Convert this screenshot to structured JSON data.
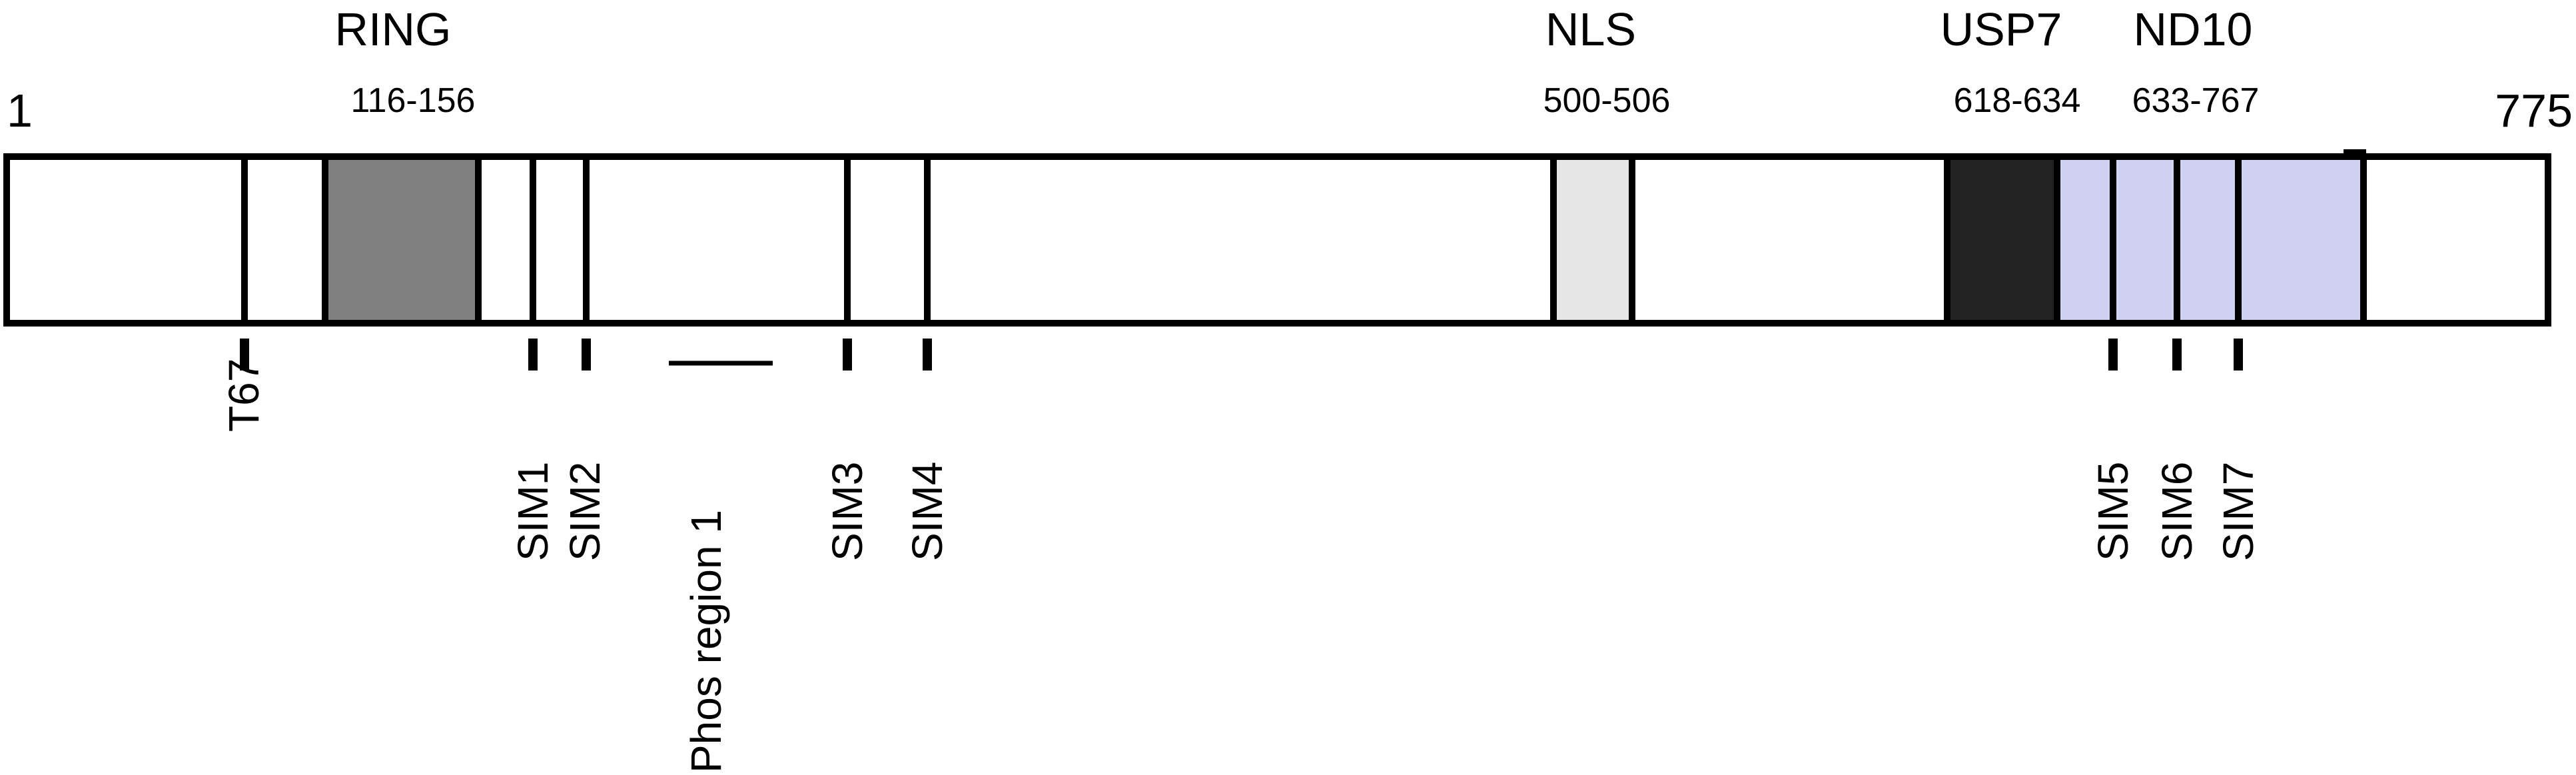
{
  "protein": {
    "start_label": "1",
    "end_label": "775"
  },
  "domains": [
    {
      "name": "RING",
      "range": "116-156",
      "fill": "#808080"
    },
    {
      "name": "NLS",
      "range": "500-506",
      "fill": "#e6e6e6"
    },
    {
      "name": "USP7",
      "range": "618-634",
      "fill": "#222222"
    },
    {
      "name": "ND10",
      "range": "633-767",
      "fill": "#d0d0f2"
    }
  ],
  "sites": [
    {
      "label": "T67"
    },
    {
      "label": "SIM1"
    },
    {
      "label": "SIM2"
    },
    {
      "label": "Phos region 1"
    },
    {
      "label": "SIM3"
    },
    {
      "label": "SIM4"
    },
    {
      "label": "SIM5"
    },
    {
      "label": "SIM6"
    },
    {
      "label": "SIM7"
    }
  ],
  "colors": {
    "outline": "#000000",
    "background": "#ffffff"
  }
}
